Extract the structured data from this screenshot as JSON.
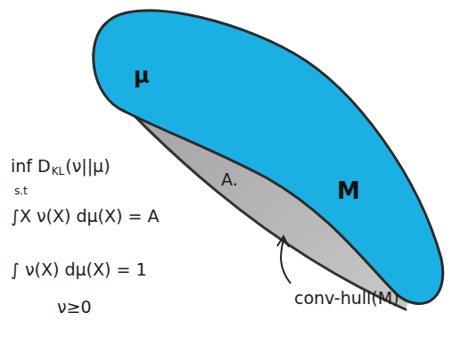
{
  "diagram": {
    "nodes": [
      {
        "text": [
          "μ",
          "M"
        ]
      }
    ],
    "labels": [
      "inf D",
      "KL",
      "(ν||μ)",
      "s.t",
      "∫X ν(X) dμ(X) = A",
      "∫ ν(X) dμ(X) = 1",
      "ν≥0",
      "A.",
      "conv-hull(M)"
    ]
  }
}
